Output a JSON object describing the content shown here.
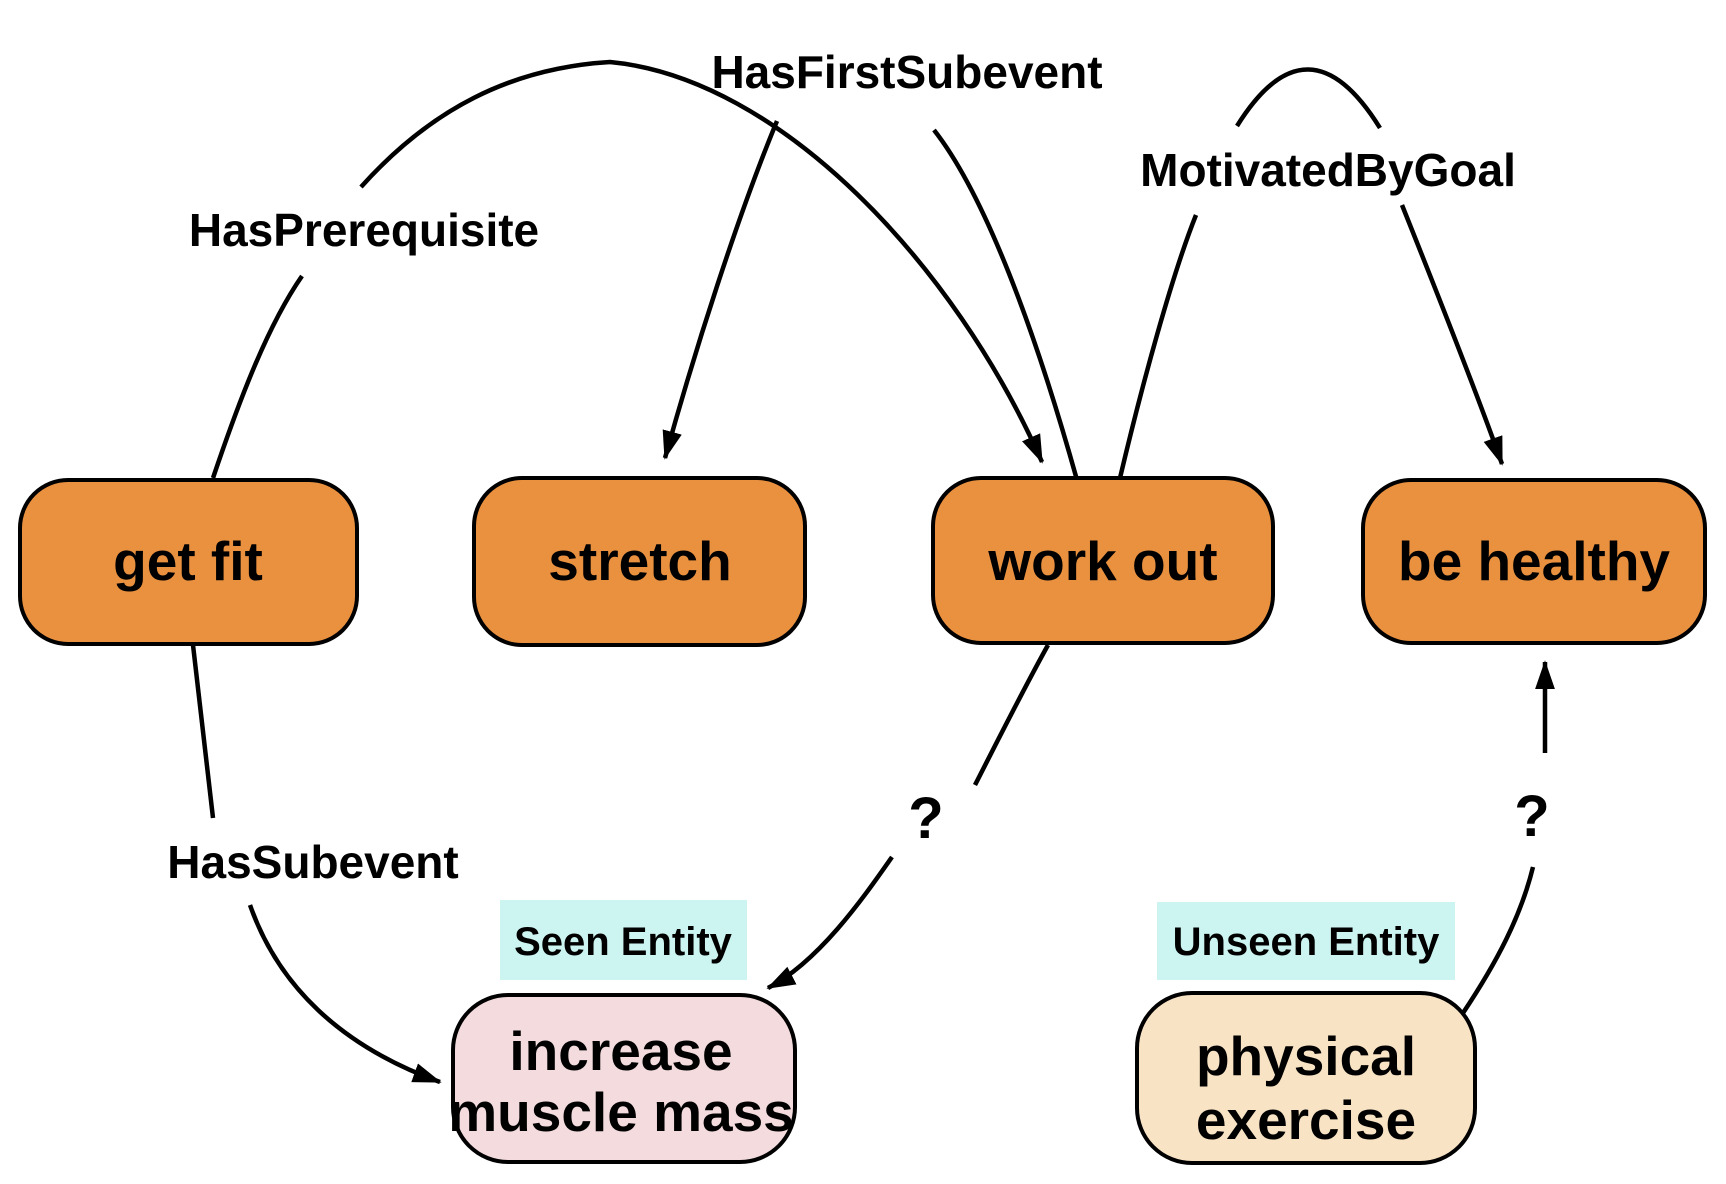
{
  "title": "commonsense knowledge graph diagram",
  "colors": {
    "concept_fill": "#EA9140",
    "seen_entity_fill": "#F4DBDE",
    "unseen_entity_fill": "#F9E3C5",
    "badge_fill": "#CCF5F2",
    "edge_stroke": "#000000",
    "text": "#000000",
    "background": "#ffffff"
  },
  "nodes": {
    "get_fit": {
      "label": "get fit",
      "type": "concept"
    },
    "stretch": {
      "label": "stretch",
      "type": "concept"
    },
    "work_out": {
      "label": "work out",
      "type": "concept"
    },
    "be_healthy": {
      "label": "be healthy",
      "type": "concept"
    },
    "increase_muscle_mass": {
      "line1": "increase",
      "line2": "muscle mass",
      "type": "seen-entity"
    },
    "physical_exercise": {
      "line1": "physical",
      "line2": "exercise",
      "type": "unseen-entity"
    }
  },
  "edges": {
    "has_prerequisite": {
      "label": "HasPrerequisite",
      "from": "get fit",
      "to": "work out"
    },
    "has_first_subevent": {
      "label": "HasFirstSubevent",
      "from": "work out",
      "to": "stretch"
    },
    "motivated_by_goal": {
      "label": "MotivatedByGoal",
      "from": "work out",
      "to": "be healthy"
    },
    "has_subevent": {
      "label": "HasSubevent",
      "from": "get fit",
      "to": "increase muscle mass"
    },
    "unknown_left": {
      "label": "?",
      "from": "work out",
      "to": "increase muscle mass"
    },
    "unknown_right": {
      "label": "?",
      "from": "physical exercise",
      "to": "be healthy"
    }
  },
  "badges": {
    "seen": {
      "label": "Seen Entity"
    },
    "unseen": {
      "label": "Unseen Entity"
    }
  }
}
